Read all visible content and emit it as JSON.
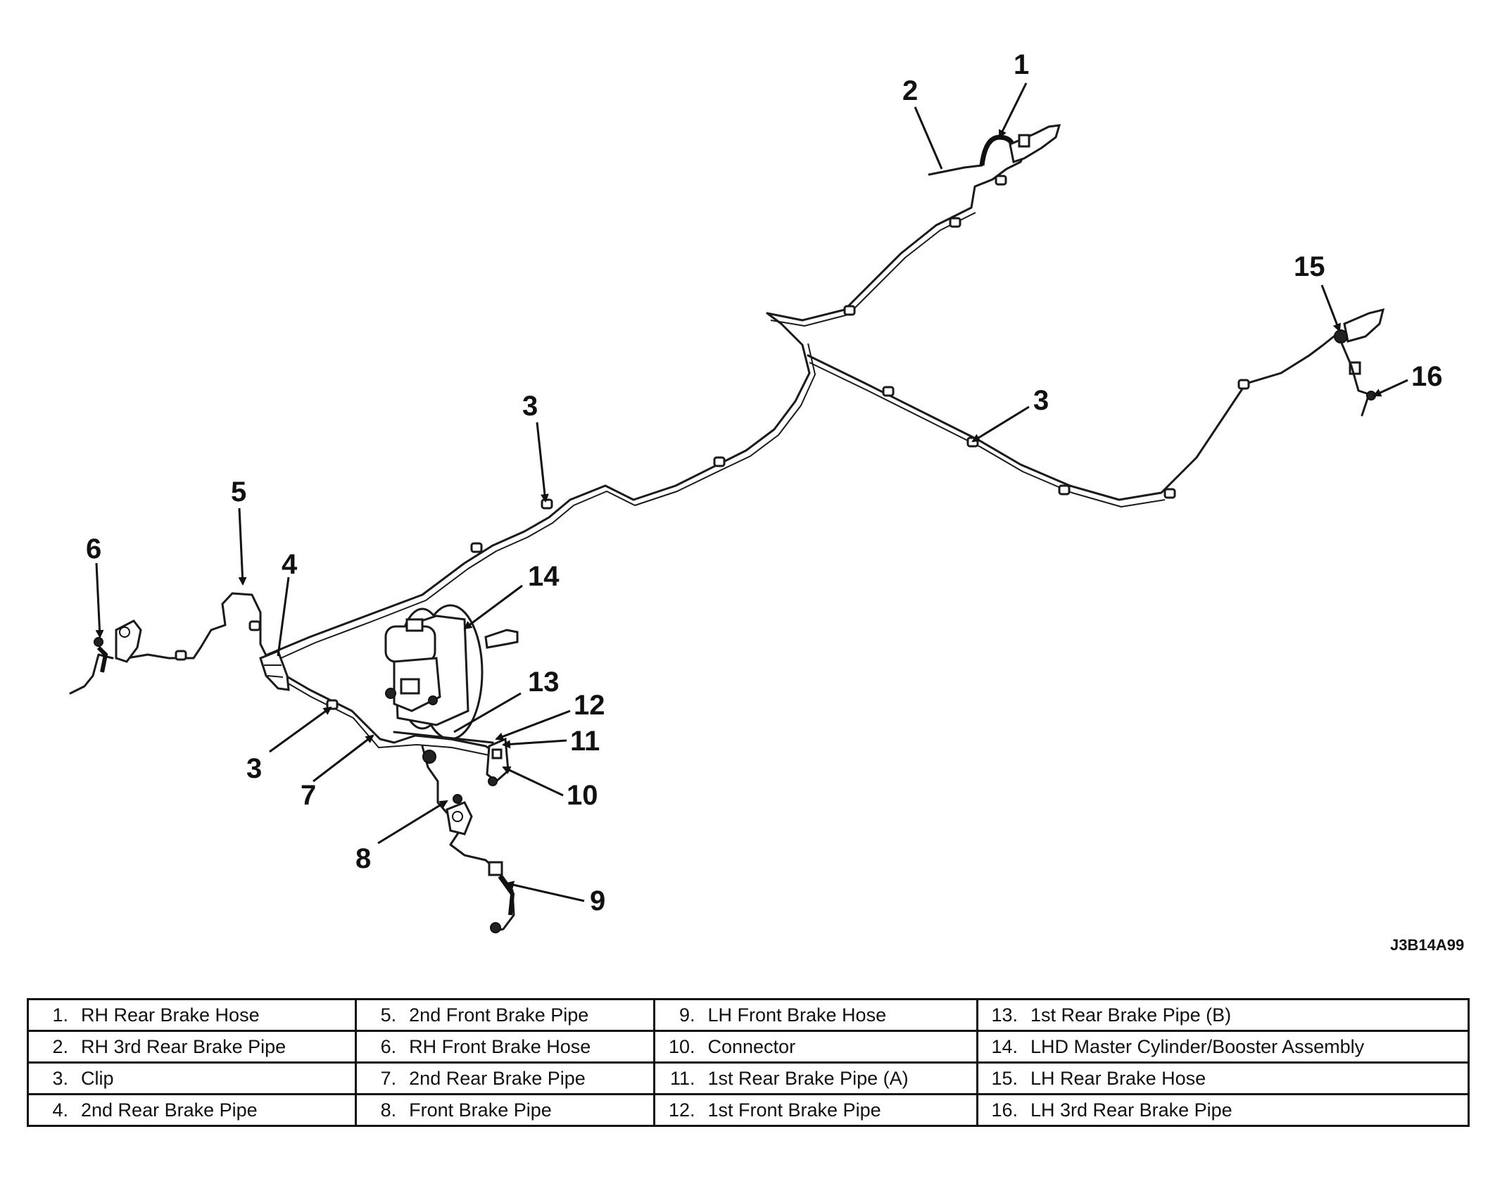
{
  "callouts": [
    {
      "id": "1",
      "label": "1"
    },
    {
      "id": "2",
      "label": "2"
    },
    {
      "id": "3a",
      "label": "3"
    },
    {
      "id": "3b",
      "label": "3"
    },
    {
      "id": "3c",
      "label": "3"
    },
    {
      "id": "4",
      "label": "4"
    },
    {
      "id": "5",
      "label": "5"
    },
    {
      "id": "6",
      "label": "6"
    },
    {
      "id": "7",
      "label": "7"
    },
    {
      "id": "8",
      "label": "8"
    },
    {
      "id": "9",
      "label": "9"
    },
    {
      "id": "10",
      "label": "10"
    },
    {
      "id": "11",
      "label": "11"
    },
    {
      "id": "12",
      "label": "12"
    },
    {
      "id": "13",
      "label": "13"
    },
    {
      "id": "14",
      "label": "14"
    },
    {
      "id": "15",
      "label": "15"
    },
    {
      "id": "16",
      "label": "16"
    }
  ],
  "figure_code": "J3B14A99",
  "legend": [
    [
      {
        "num": "1.",
        "text": "RH Rear Brake Hose"
      },
      {
        "num": "5.",
        "text": "2nd Front Brake Pipe"
      },
      {
        "num": "9.",
        "text": "LH Front Brake Hose"
      },
      {
        "num": "13.",
        "text": "1st Rear Brake Pipe (B)"
      }
    ],
    [
      {
        "num": "2.",
        "text": "RH 3rd Rear Brake Pipe"
      },
      {
        "num": "6.",
        "text": "RH Front Brake Hose"
      },
      {
        "num": "10.",
        "text": "Connector"
      },
      {
        "num": "14.",
        "text": "LHD Master Cylinder/Booster Assembly"
      }
    ],
    [
      {
        "num": "3.",
        "text": "Clip"
      },
      {
        "num": "7.",
        "text": "2nd Rear Brake Pipe"
      },
      {
        "num": "11.",
        "text": "1st Rear Brake Pipe (A)"
      },
      {
        "num": "15.",
        "text": "LH Rear Brake Hose"
      }
    ],
    [
      {
        "num": "4.",
        "text": "2nd Rear Brake Pipe"
      },
      {
        "num": "8.",
        "text": "Front Brake Pipe"
      },
      {
        "num": "12.",
        "text": "1st Front Brake Pipe"
      },
      {
        "num": "16.",
        "text": "LH 3rd Rear Brake Pipe"
      }
    ]
  ]
}
